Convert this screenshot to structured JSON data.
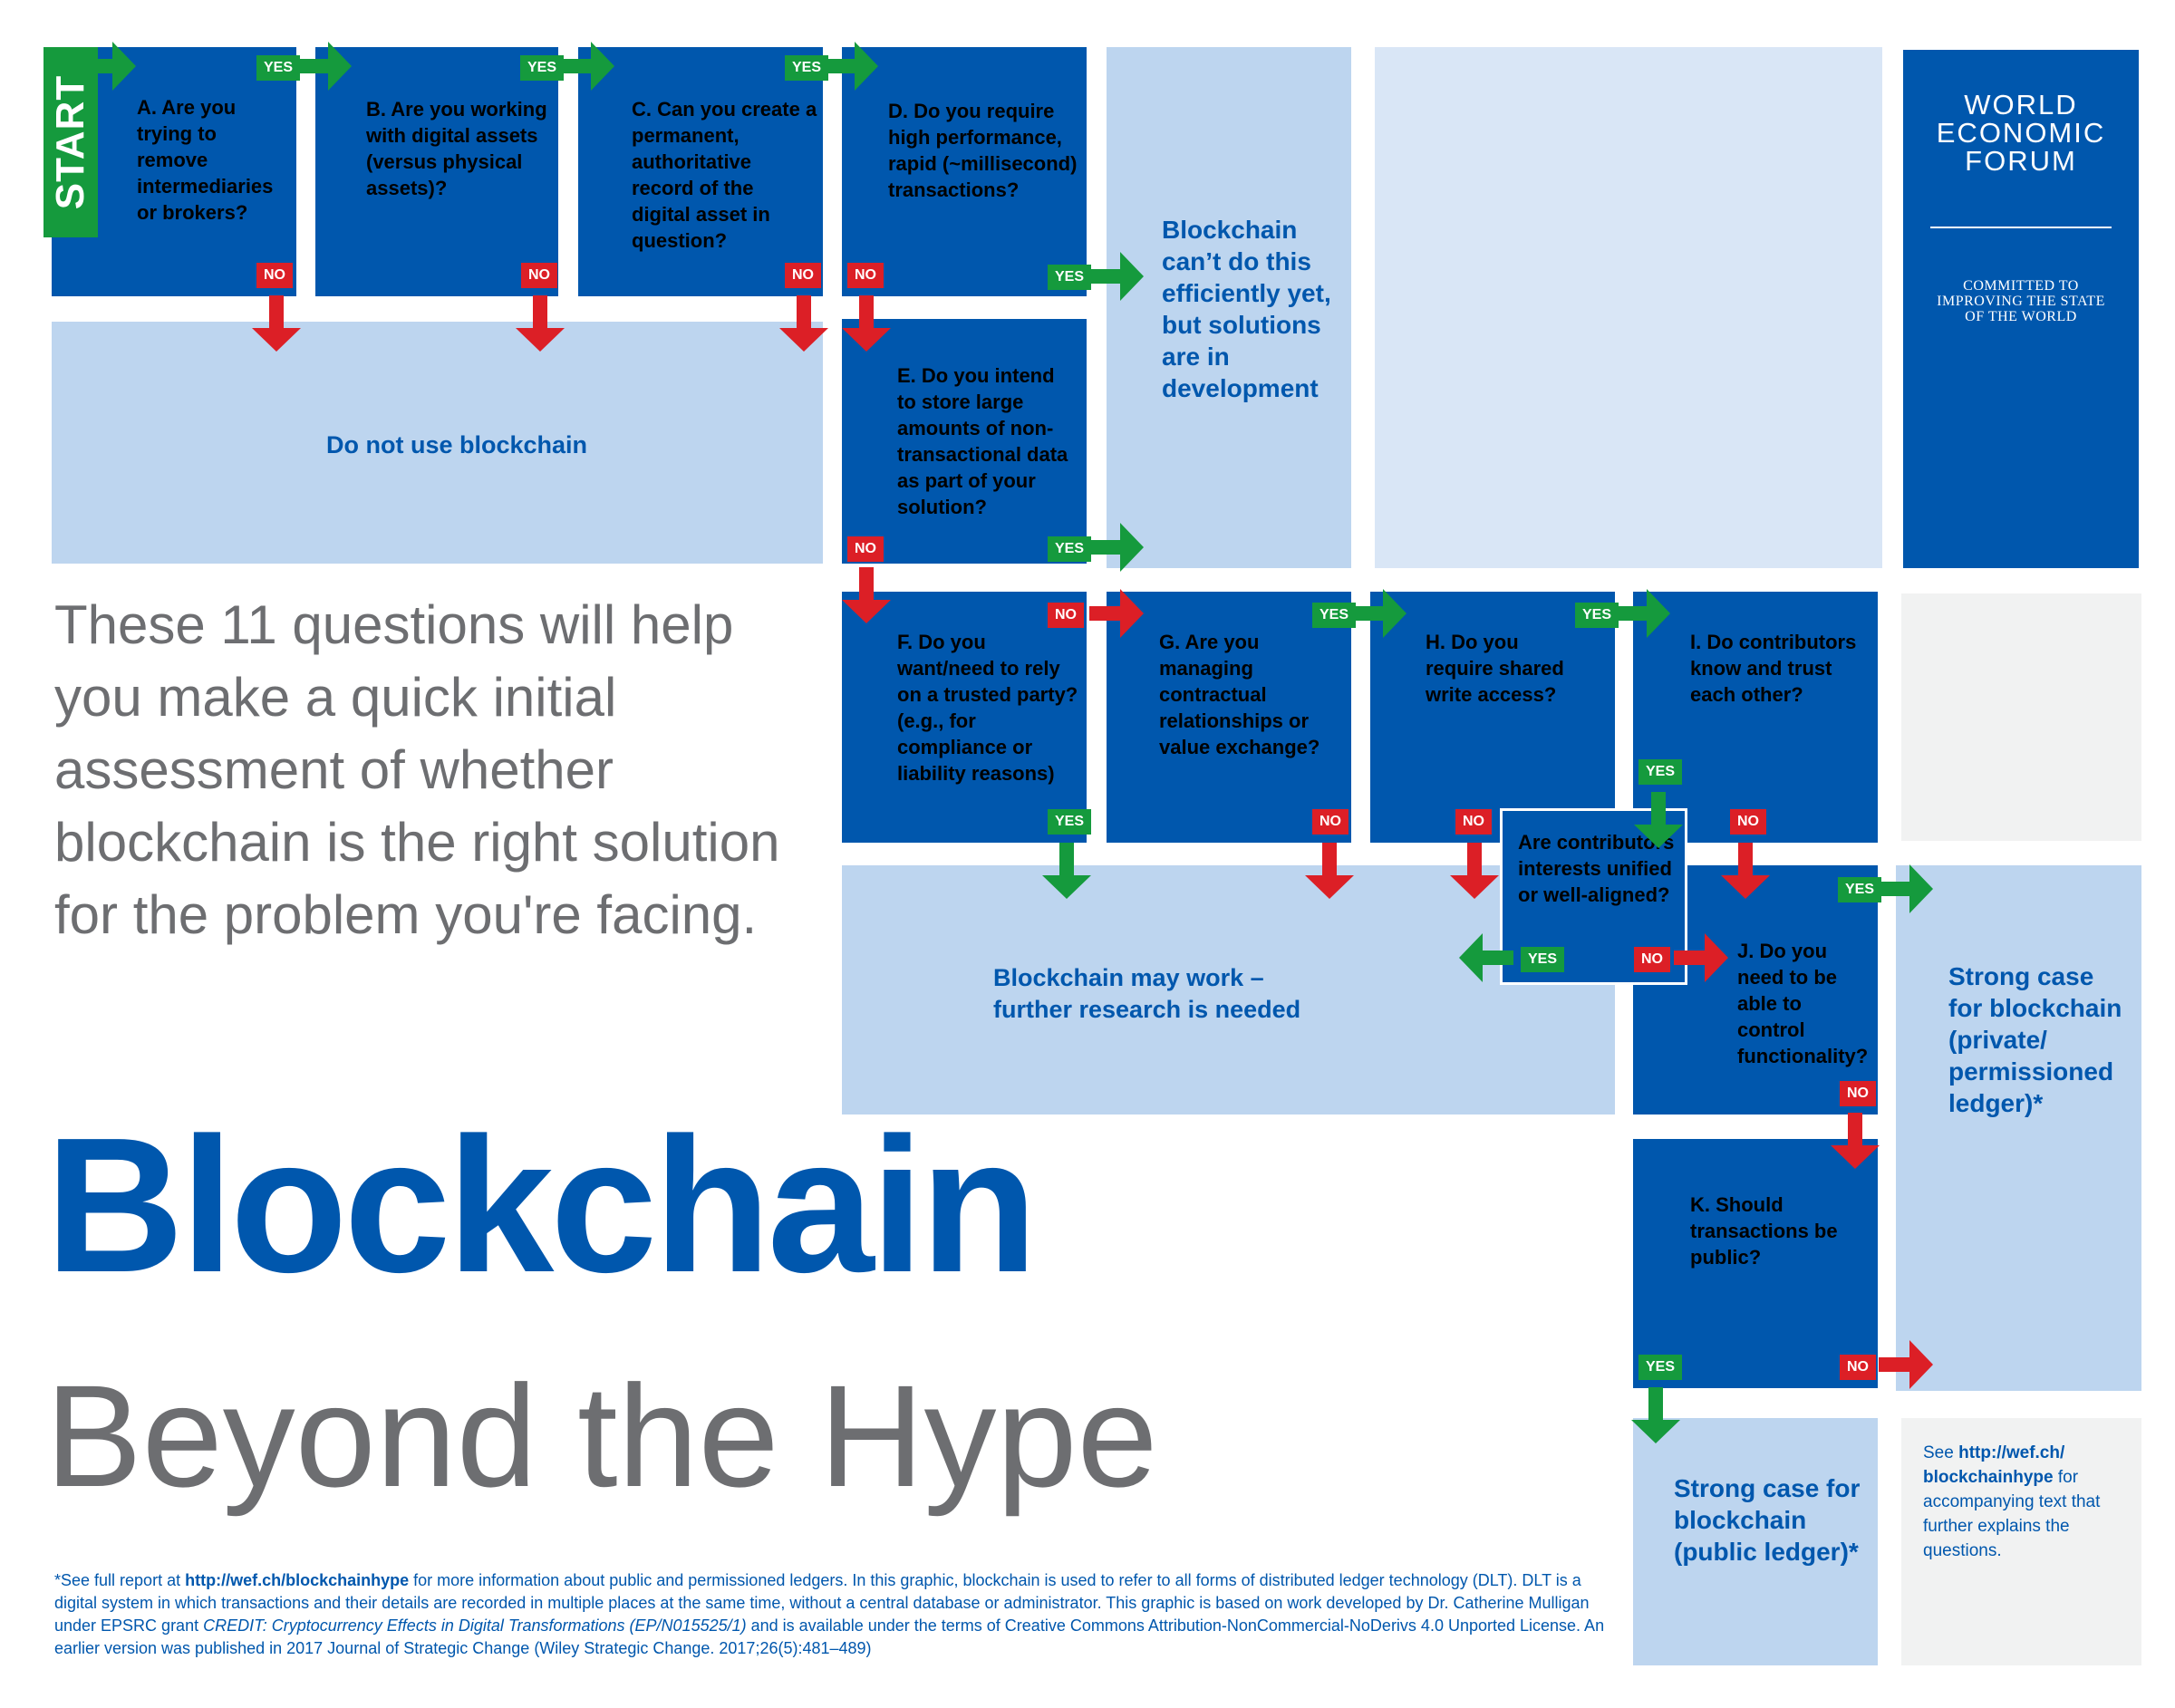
{
  "start_label": "START",
  "labels": {
    "yes": "YES",
    "no": "NO"
  },
  "questions": {
    "a": "A. Are you trying to remove intermediaries or brokers?",
    "b": "B. Are you working with digital assets (versus physical assets)?",
    "c": "C. Can you create a permanent, authoritative record of the digital  asset in question?",
    "d": "D. Do you require high performance, rapid (~millisecond) transactions?",
    "e": "E. Do you intend to store large amounts of non-transactional data as part of your solution?",
    "f": "F. Do you want/need to rely on a trusted party? (e.g., for compliance or liability reasons)",
    "g": "G. Are you managing contractual relationships or value exchange?",
    "h": "H. Do you require shared write access?",
    "i": "I. Do contributors know and trust each other?",
    "aligned": "Are contributors interests unified or well-aligned?",
    "j": "J. Do you need to be able to control functionality?",
    "k": "K. Should transactions be public?"
  },
  "outcomes": {
    "do_not_use": "Do not use blockchain",
    "cant_do": "Blockchain can’t do this efficiently yet, but solutions are in development",
    "may_work": "Blockchain may work – further research is needed",
    "strong_private": "Strong case for blockchain (private/ permissioned ledger)*",
    "strong_public": "Strong case for blockchain (public ledger)*"
  },
  "intro_text": "These 11 questions will help you make a quick initial assessment of whether blockchain is the right solution for the problem you're facing.",
  "title": {
    "main": "Blockchain",
    "sub": "Beyond the Hype"
  },
  "logo": {
    "name_lines": [
      "WORLD",
      "ECONOMIC",
      "FORUM"
    ],
    "tagline_lines": [
      "COMMITTED TO",
      "IMPROVING THE STATE",
      "OF THE WORLD"
    ]
  },
  "see_more": {
    "prefix": "See ",
    "url": "http://wef.ch/ blockchainhype",
    "suffix": " for accompanying text that further explains the questions."
  },
  "footnote": {
    "p1": "*See full report at ",
    "url": "http://wef.ch/blockchainhype",
    "p2": " for more information about public and permissioned ledgers. In this graphic, blockchain is used to refer to all forms of distributed ledger technology (DLT). DLT is a digital system in which transactions and their details are recorded in multiple places at the same time, without a central database or administrator. This graphic is based on work developed by Dr. Catherine Mulligan under EPSRC grant ",
    "grant": "CREDIT: Cryptocurrency Effects in Digital Transformations (EP/N015525/1)",
    "p3": " and is available under the terms of Creative Commons Attribution-NonCommercial-NoDerivs 4.0 Unported License. An earlier version was published in 2017 Journal of Strategic Change (Wiley Strategic Change. 2017;26(5):481–489)"
  },
  "colors": {
    "dark_blue": "#0057ad",
    "light_blue": "#bdd5ef",
    "pale_blue": "#d9e6f6",
    "grey_panel": "#f1f2f2",
    "yes_green": "#159a3d",
    "no_red": "#dc1f26",
    "text_grey": "#6d6e71"
  }
}
